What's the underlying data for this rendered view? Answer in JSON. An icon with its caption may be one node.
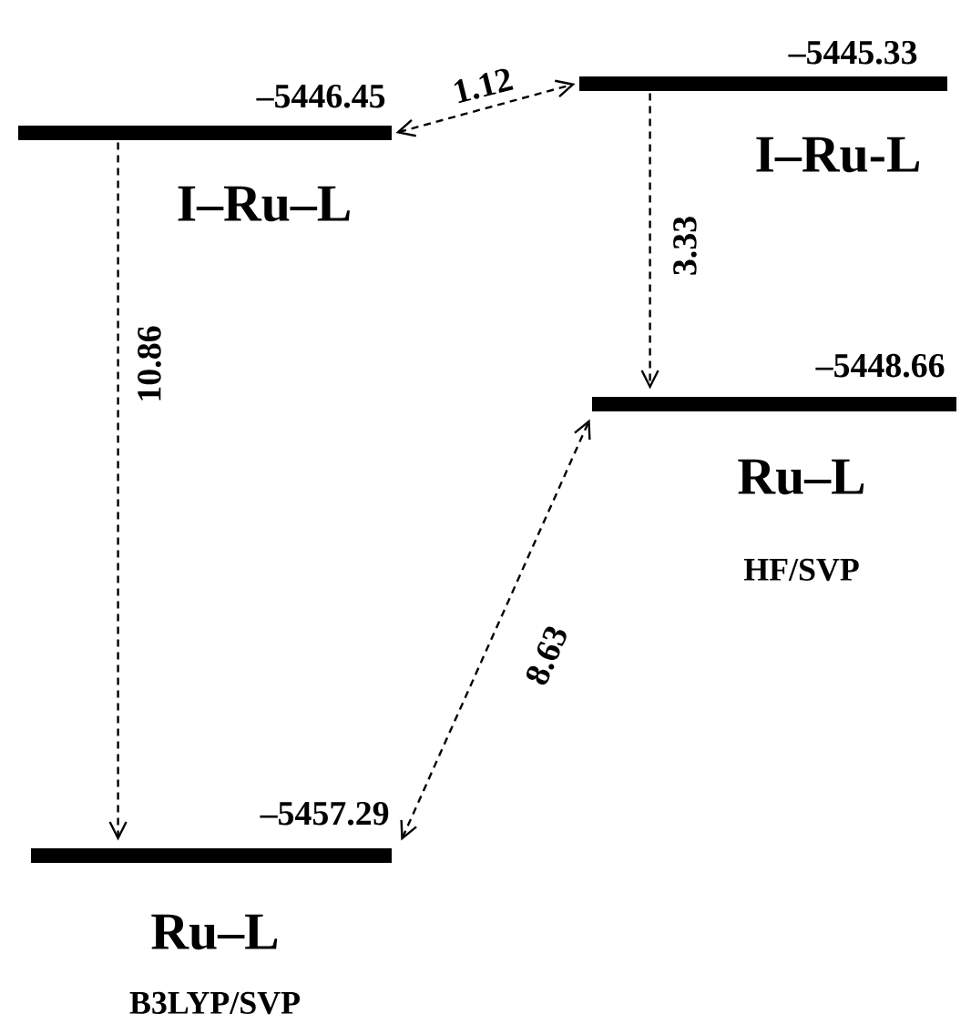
{
  "diagram": {
    "nodes": [
      {
        "text": [
          "–5446.45",
          "I–Ru–L"
        ]
      },
      {
        "text": [
          "–5445.33",
          "I–Ru-L"
        ]
      },
      {
        "text": [
          "–5448.66",
          "Ru–L"
        ]
      },
      {
        "text": [
          "–5457.29",
          "Ru–L"
        ]
      }
    ],
    "edges": [
      {
        "from": 0,
        "to": 1,
        "arrow": "both",
        "label": "1.12",
        "style": "dashed"
      },
      {
        "from": 0,
        "to": 3,
        "arrow": "to",
        "label": "10.86",
        "style": "dashed"
      },
      {
        "from": 1,
        "to": 2,
        "arrow": "to",
        "label": "3.33",
        "style": "dashed"
      },
      {
        "from": 3,
        "to": 2,
        "arrow": "both",
        "label": "8.63",
        "style": "dashed"
      }
    ],
    "labels": [
      "HF/SVP",
      "B3LYP/SVP"
    ]
  }
}
